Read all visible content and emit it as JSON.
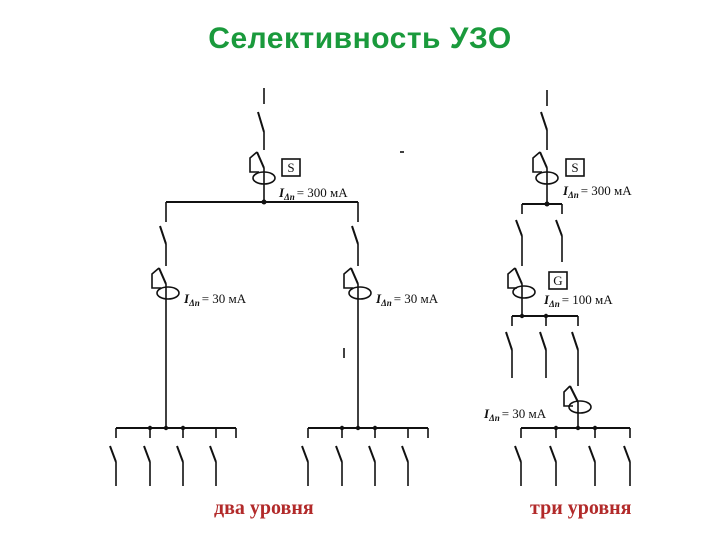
{
  "title": {
    "text": "Селективность   УЗО",
    "color": "#1a9a3c"
  },
  "captions": {
    "left": "два уровня",
    "right": "три уровня",
    "color": "#b22a2a"
  },
  "labels": {
    "symbol": "I",
    "subscript": "Δn",
    "left_main": "= 300 мА",
    "left_branch_a": "= 30 мА",
    "left_branch_b": "= 30 мА",
    "right_main": "= 300 мА",
    "right_mid": "= 100 мА",
    "right_low": "= 30 мА"
  },
  "boxes": {
    "left_main": "S",
    "right_main": "S",
    "right_mid": "G"
  }
}
